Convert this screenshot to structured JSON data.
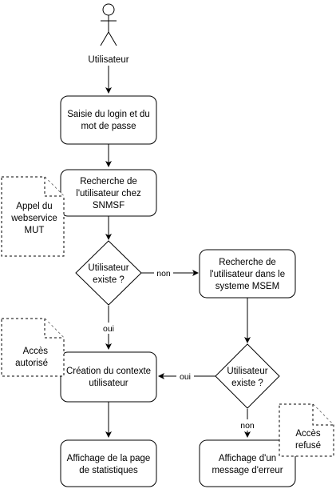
{
  "actor": {
    "label": "Utilisateur"
  },
  "nodes": {
    "login": [
      "Saisie du login et du",
      "mot de passe"
    ],
    "search_snmsf": [
      "Recherche de",
      "l'utilisateur chez",
      "SNMSF"
    ],
    "decision1": [
      "Utilisateur",
      "existe ?"
    ],
    "search_msem": [
      "Recherche de",
      "l'utilisateur dans le",
      "systeme MSEM"
    ],
    "decision2": [
      "Utilisateur",
      "existe ?"
    ],
    "create_context": [
      "Création du contexte",
      "utilisateur"
    ],
    "stats_page": [
      "Affichage de la page",
      "de statistiques"
    ],
    "error_message": [
      "Affichage d'un",
      "message d'erreur"
    ]
  },
  "notes": {
    "mut": [
      "Appel du",
      "webservice",
      "MUT"
    ],
    "granted": [
      "Accès",
      "autorisé"
    ],
    "denied": [
      "Accès",
      "refusé"
    ]
  },
  "edge_labels": {
    "d1_no": "non",
    "d1_yes": "oui",
    "d2_yes": "oui",
    "d2_no": "non"
  }
}
